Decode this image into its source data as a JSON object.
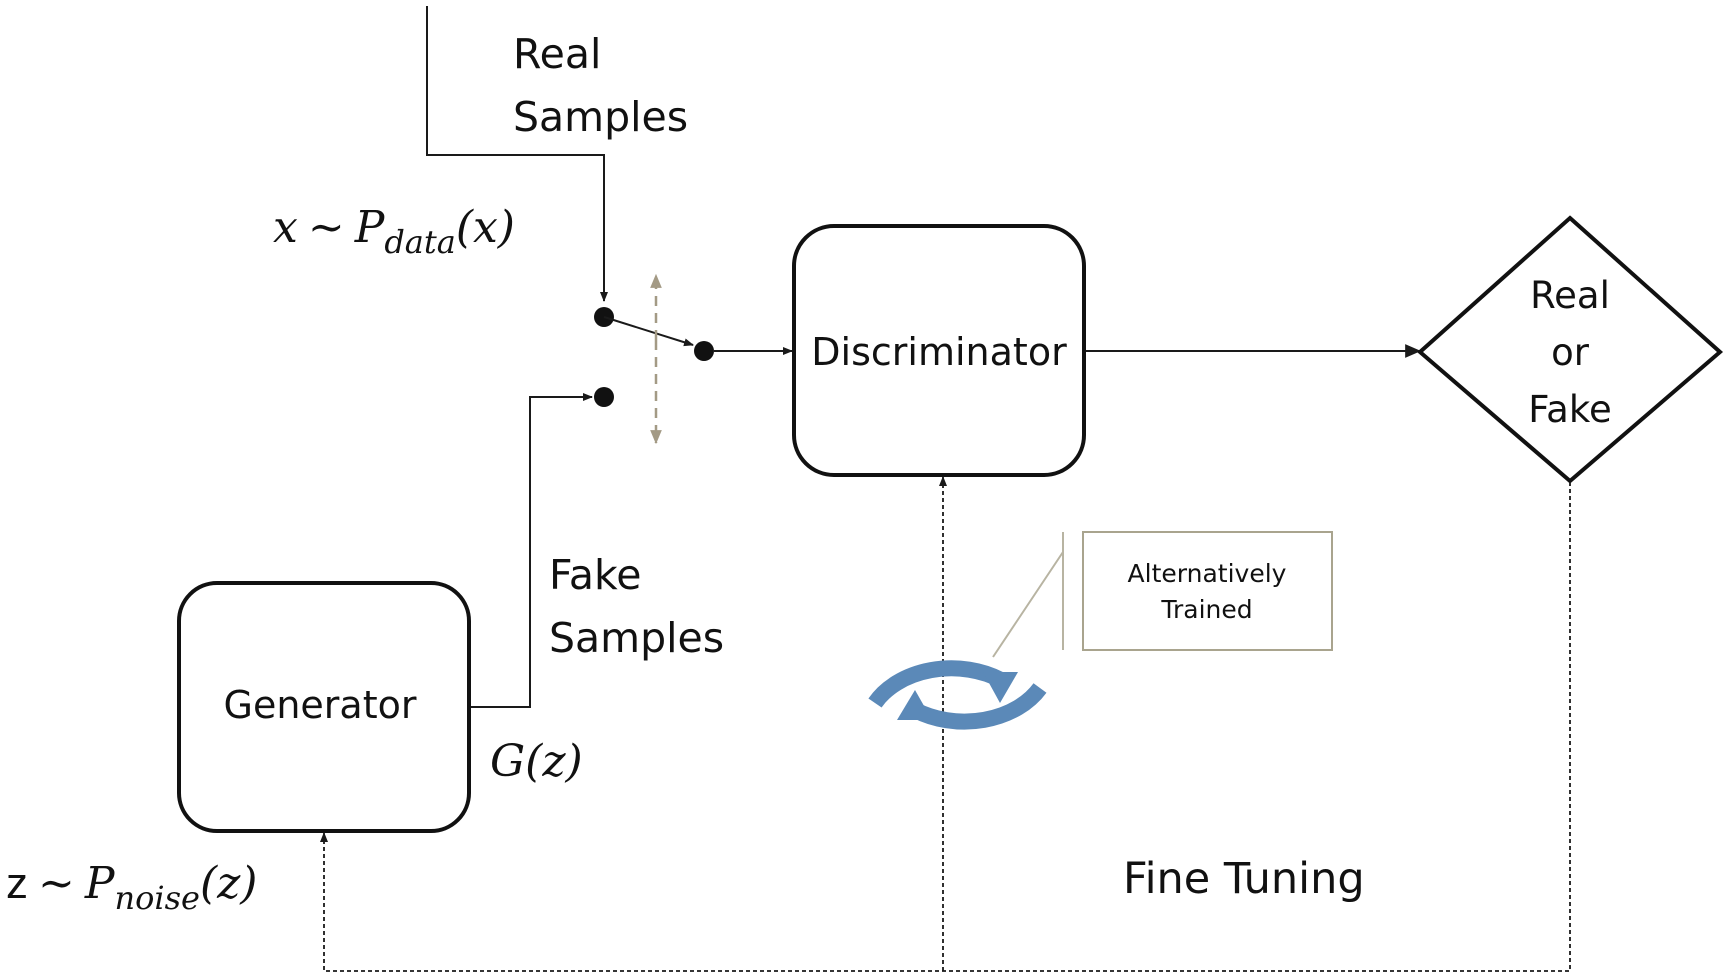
{
  "labels": {
    "real_samples_line1": "Real",
    "real_samples_line2": "Samples",
    "x_dist_var": "x",
    "x_dist_tilde": "~",
    "x_dist_p": "P",
    "x_dist_sub": "data",
    "x_dist_arg": "(x)",
    "fake_samples_line1": "Fake",
    "fake_samples_line2": "Samples",
    "gz": "G(z)",
    "z_dist_var": "z",
    "z_dist_tilde": "~",
    "z_dist_p": "P",
    "z_dist_sub": "noise",
    "z_dist_arg": "(z)",
    "fine_tuning": "Fine Tuning",
    "callout_line1": "Alternatively",
    "callout_line2": "Trained"
  },
  "nodes": {
    "discriminator": "Discriminator",
    "generator": "Generator",
    "decision_line1": "Real",
    "decision_line2": "or",
    "decision_line3": "Fake"
  },
  "colors": {
    "line": "#1a1a1a",
    "switch_arrow": "#a39a85",
    "cycle_icon": "#5b89b8",
    "callout_border": "#a9a48e",
    "callout_leader": "#b8b4a2"
  }
}
